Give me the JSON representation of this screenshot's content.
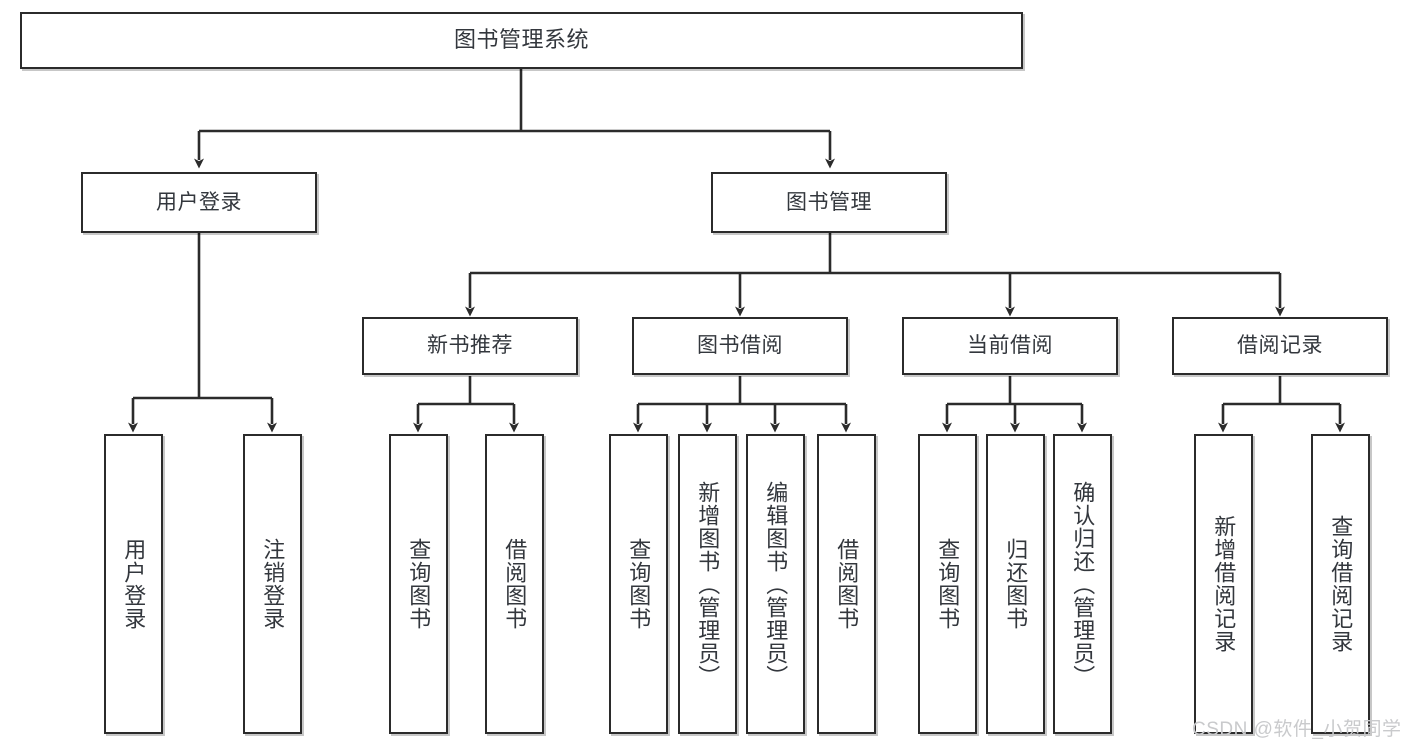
{
  "diagram": {
    "title": "图书管理系统",
    "type": "tree-hierarchy",
    "watermark": "CSDN @软件_小贺同学",
    "colors": {
      "background": "#ffffff",
      "box_border": "#2b2b2b",
      "box_fill": "#ffffff",
      "connector": "#2b2b2b",
      "text": "#33373d",
      "watermark": "#c9cacc"
    },
    "levels": {
      "level1": [
        {
          "id": "root",
          "label": "图书管理系统"
        }
      ],
      "level2": [
        {
          "id": "user-login",
          "label": "用户登录"
        },
        {
          "id": "book-manage",
          "label": "图书管理"
        }
      ],
      "level3": [
        {
          "id": "new-book-recommend",
          "label": "新书推荐",
          "parent": "book-manage"
        },
        {
          "id": "book-borrow",
          "label": "图书借阅",
          "parent": "book-manage"
        },
        {
          "id": "current-borrow",
          "label": "当前借阅",
          "parent": "book-manage"
        },
        {
          "id": "borrow-record",
          "label": "借阅记录",
          "parent": "book-manage"
        }
      ],
      "level4": [
        {
          "id": "leaf-user-login",
          "label": "用户登录",
          "parent": "user-login"
        },
        {
          "id": "leaf-user-logout",
          "label": "注销登录",
          "parent": "user-login"
        },
        {
          "id": "leaf-query-book-rec",
          "label": "查询图书",
          "parent": "new-book-recommend"
        },
        {
          "id": "leaf-borrow-book-rec",
          "label": "借阅图书",
          "parent": "new-book-recommend"
        },
        {
          "id": "leaf-query-book-borrow",
          "label": "查询图书",
          "parent": "book-borrow"
        },
        {
          "id": "leaf-add-book",
          "label": "新增图书（管理员）",
          "parent": "book-borrow"
        },
        {
          "id": "leaf-edit-book",
          "label": "编辑图书（管理员）",
          "parent": "book-borrow"
        },
        {
          "id": "leaf-borrow-book",
          "label": "借阅图书",
          "parent": "book-borrow"
        },
        {
          "id": "leaf-query-book-cur",
          "label": "查询图书",
          "parent": "current-borrow"
        },
        {
          "id": "leaf-return-book",
          "label": "归还图书",
          "parent": "current-borrow"
        },
        {
          "id": "leaf-confirm-return",
          "label": "确认归还（管理员）",
          "parent": "current-borrow"
        },
        {
          "id": "leaf-add-record",
          "label": "新增借阅记录",
          "parent": "borrow-record"
        },
        {
          "id": "leaf-query-record",
          "label": "查询借阅记录",
          "parent": "borrow-record"
        }
      ]
    }
  }
}
